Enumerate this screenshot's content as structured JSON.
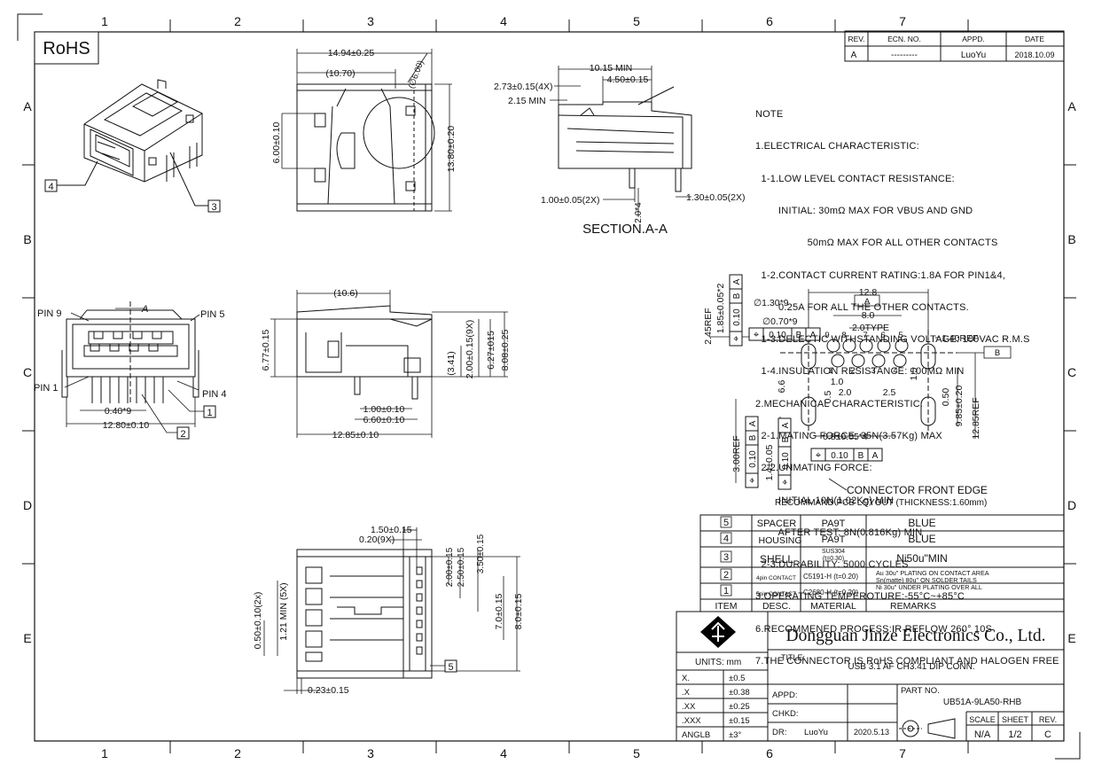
{
  "colors": {
    "ink": "#111111",
    "paper": "#ffffff",
    "logo": "#000000"
  },
  "border": {
    "top_cols": [
      "1",
      "2",
      "3",
      "4",
      "5",
      "6",
      "7"
    ],
    "bottom_cols": [
      "1",
      "2",
      "3",
      "4",
      "5",
      "6",
      "7"
    ],
    "left_rows": [
      "A",
      "B",
      "C",
      "D",
      "E"
    ],
    "right_rows": [
      "A",
      "B",
      "C",
      "D",
      "E"
    ]
  },
  "rohs_badge": "RoHS",
  "revision_table": {
    "headers": [
      "REV.",
      "ECN. NO.",
      "APPD.",
      "DATE"
    ],
    "row": [
      "A",
      "---------",
      "LuoYu",
      "2018.10.09"
    ]
  },
  "views": {
    "iso": {
      "balloons": [
        "4",
        "3"
      ]
    },
    "top": {
      "dims": [
        "14.94±0.25",
        "(10.70)",
        "(∅6.00)",
        "6.00±0.10",
        "13.80±0.20"
      ]
    },
    "section": {
      "dims": [
        "10.15 MIN",
        "4.50±0.15",
        "2.73±0.15(4X)",
        "2.15 MIN",
        "1.00±0.05(2X)",
        "1.30±0.05(2X)",
        "2.0*4"
      ],
      "title": "SECTION.A-A"
    },
    "front": {
      "labels": [
        "PIN 9",
        "PIN 5",
        "PIN 1",
        "PIN 4",
        "A"
      ],
      "dims": [
        "0.40*9",
        "12.80±0.10"
      ],
      "balloons": [
        "1",
        "2"
      ]
    },
    "side": {
      "dims": [
        "(10.6)",
        "6.77±0.15",
        "(3.41)",
        "2.00±0.15(9X)",
        "6.27±015",
        "8.08±0.25",
        "1.00±0.10",
        "6.60±0.10",
        "12.85±0.10"
      ]
    },
    "bottom": {
      "dims": [
        "1.50±0.15",
        "0.20(9X)",
        "2.00±0.15",
        "2.50±0.15",
        "3.50±0.15",
        "7.0±0.15",
        "8.0±0.15",
        "0.50±0.10(2x)",
        "1.21 MIN (5X)",
        "0.23±0.15"
      ],
      "balloons": [
        "5"
      ]
    }
  },
  "notes": [
    "NOTE",
    "1.ELECTRICAL CHARACTERISTIC:",
    "  1-1.LOW LEVEL CONTACT RESISTANCE:",
    "        INITIAL: 30mΩ MAX FOR VBUS AND GND",
    "                  50mΩ MAX FOR ALL OTHER CONTACTS",
    "  1-2.CONTACT CURRENT RATING:1.8A FOR PIN1&4,",
    "        0.25A FOR ALL THE OTHER CONTACTS.",
    "  1-3.DELECTIC WITHSTANDING VOLTAGE: 100VAC R.M.S",
    "  1-4.INSULATION RESISTANCE: 100MΩ MIN",
    "2.MECHANICAL CHARACTERISTIC:",
    "  2-1.MATING FORCE: 35N(3.57Kg) MAX",
    "  2-2.UNMATING FORCE:",
    "        INITIAL 10N(1.02Kg) MIN",
    "        AFTER TEST: 8N(0.816Kg) MIN",
    "  2-3.DURABILITY: 5000 CYCLES",
    "3.OPERATING TEMPEROTURE:-55°C~+85°C",
    "6.RECOMMENED PROCESS:IR REFLOW 260° 10S",
    "7.THE CONNECTOR IS RoHS COMPLIANT AND HALOGEN FREE"
  ],
  "pcb_layout": {
    "dims": [
      "12.8",
      "A",
      "8.0",
      "2.0TYPE",
      "1.40REF",
      "B",
      "2.45REF",
      "1.85±0.05*2",
      "∅1.30*9",
      "∅0.70*9",
      "1.0",
      "2.0",
      "2.5",
      "1.5",
      "0.50",
      "6.6",
      "0.5",
      "9.85±0.20",
      "12.85REF",
      "0.8±0.05*4",
      "3.00REF",
      "1.4±0.05"
    ],
    "pin_numbers": [
      "9",
      "8",
      "7",
      "6",
      "5",
      "1",
      "2",
      "3",
      "4"
    ],
    "tolerance_frames": [
      [
        "⌖",
        "0.10",
        "B",
        "A"
      ],
      [
        "⌖",
        "0.10",
        "B",
        "A"
      ],
      [
        "⌖",
        "0.10",
        "B",
        "A"
      ],
      [
        "⌖",
        "0.10",
        "B",
        "A"
      ],
      [
        "⌖",
        "0.10",
        "B",
        "A"
      ]
    ],
    "edge_label": "CONNECTOR FRONT EDGE",
    "caption": "RECOMMAND PCB LQYOUT (THICKNESS:1.60mm)"
  },
  "bom": [
    {
      "item": "5",
      "desc": "SPACER",
      "desc_note": "",
      "material": "PA9T",
      "remarks": "BLUE"
    },
    {
      "item": "4",
      "desc": "HOUSING",
      "desc_note": "",
      "material": "PA9T",
      "remarks": "BLUE"
    },
    {
      "item": "3",
      "desc": "SHELL",
      "desc_note": "",
      "material": "SUS304\n(t=0.30)",
      "remarks": "Ni50u\"MIN"
    },
    {
      "item": "2",
      "desc": "CONTACT",
      "desc_note": "4pin",
      "material": "C5191-H (t=0.20)",
      "remarks": "Au 30u\" PLATING ON CONTACT AREA\nSn(matte) 80u\" ON SOLDER TAILS\nNi 30u\" UNDER PLATING OVER ALL"
    },
    {
      "item": "1",
      "desc": "CONTACT",
      "desc_note": "5pin",
      "material": "C2680-H (t=0.20)",
      "remarks": ""
    }
  ],
  "bom_headers": [
    "ITEM",
    "DESC.",
    "MATERIAL",
    "REMARKS"
  ],
  "title_block": {
    "company": "Dongguan Jinze Electronics Co., Ltd.",
    "units": "UNITS: mm",
    "tolerances": [
      [
        "X.",
        "±0.5"
      ],
      [
        ".X",
        "±0.38"
      ],
      [
        ".XX",
        "±0.25"
      ],
      [
        ".XXX",
        "±0.15"
      ],
      [
        "ANGLB",
        "±3°"
      ]
    ],
    "title_label": "TITLE:",
    "title": "USB 3.1 AF CH3.41 DIP CONN.",
    "appd_label": "APPD:",
    "chkd_label": "CHKD:",
    "dr_label": "DR:",
    "dr_name": "LuoYu",
    "dr_date": "2020.5.13",
    "part_no_label": "PART NO.",
    "part_no": "UB51A-9LA50-RHB",
    "scale_label": "SCALE",
    "sheet_label": "SHEET",
    "rev_label": "REV.",
    "scale": "N/A",
    "sheet": "1/2",
    "rev": "C"
  }
}
